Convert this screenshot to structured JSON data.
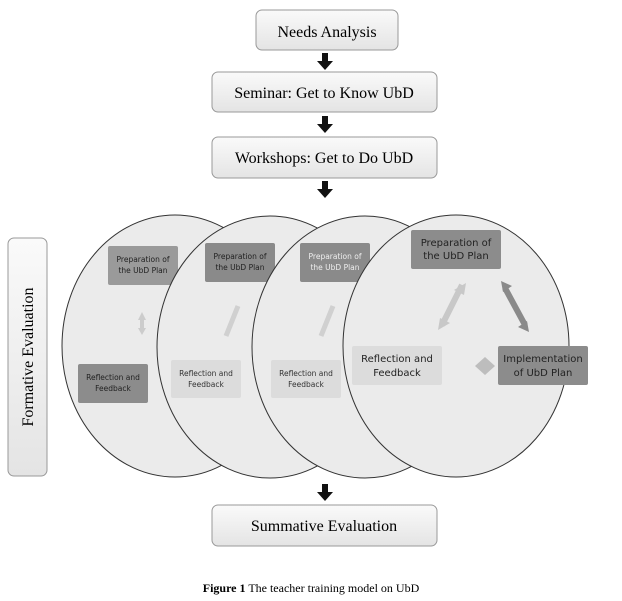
{
  "steps": {
    "needs": "Needs Analysis",
    "seminar": "Seminar: Get to Know UbD",
    "workshops": "Workshops: Get to Do UbD",
    "summative": "Summative Evaluation"
  },
  "formative": "Formative Evaluation",
  "cycle": {
    "prep_line1": "Preparation of",
    "prep_line2": "the UbD Plan",
    "refl_line1": "Reflection and",
    "refl_line2": "Feedback",
    "impl_line1": "Implementation",
    "impl_line2": "of UbD Plan"
  },
  "caption": {
    "label": "Figure 1",
    "text": "The teacher training model on UbD"
  }
}
